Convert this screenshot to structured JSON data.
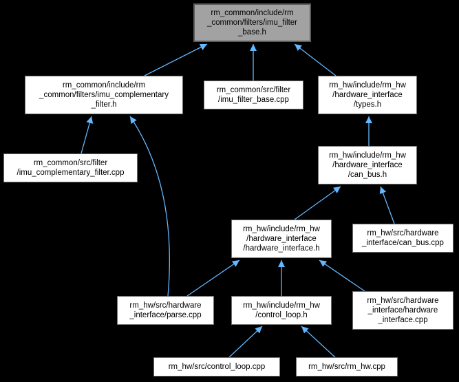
{
  "diagram": {
    "type": "include-dependency-graph",
    "background_color": "#000000",
    "edge_color": "#63b8ff",
    "node_fill": "#ffffff",
    "node_border": "#6f6f6f",
    "highlight_fill": "#a2a2a2",
    "nodes": [
      {
        "id": "imu-filter-base-h",
        "label": "rm_common/include/rm_common/filters/imu_filter_base.h",
        "lines": [
          "rm_common/include/rm",
          "_common/filters/imu_filter",
          "_base.h"
        ],
        "highlighted": true
      },
      {
        "id": "imu-complementary-filter-h",
        "label": "rm_common/include/rm_common/filters/imu_complementary_filter.h",
        "lines": [
          "rm_common/include/rm",
          "_common/filters/imu_complementary",
          "_filter.h"
        ],
        "highlighted": false
      },
      {
        "id": "imu-filter-base-cpp",
        "label": "rm_common/src/filter/imu_filter_base.cpp",
        "lines": [
          "rm_common/src/filter",
          "/imu_filter_base.cpp"
        ],
        "highlighted": false
      },
      {
        "id": "types-h",
        "label": "rm_hw/include/rm_hw/hardware_interface/types.h",
        "lines": [
          "rm_hw/include/rm_hw",
          "/hardware_interface",
          "/types.h"
        ],
        "highlighted": false
      },
      {
        "id": "imu-complementary-filter-cpp",
        "label": "rm_common/src/filter/imu_complementary_filter.cpp",
        "lines": [
          "rm_common/src/filter",
          "/imu_complementary_filter.cpp"
        ],
        "highlighted": false
      },
      {
        "id": "can-bus-h",
        "label": "rm_hw/include/rm_hw/hardware_interface/can_bus.h",
        "lines": [
          "rm_hw/include/rm_hw",
          "/hardware_interface",
          "/can_bus.h"
        ],
        "highlighted": false
      },
      {
        "id": "hardware-interface-h",
        "label": "rm_hw/include/rm_hw/hardware_interface/hardware_interface.h",
        "lines": [
          "rm_hw/include/rm_hw",
          "/hardware_interface",
          "/hardware_interface.h"
        ],
        "highlighted": false
      },
      {
        "id": "can-bus-cpp",
        "label": "rm_hw/src/hardware_interface/can_bus.cpp",
        "lines": [
          "rm_hw/src/hardware",
          "_interface/can_bus.cpp"
        ],
        "highlighted": false
      },
      {
        "id": "parse-cpp",
        "label": "rm_hw/src/hardware_interface/parse.cpp",
        "lines": [
          "rm_hw/src/hardware",
          "_interface/parse.cpp"
        ],
        "highlighted": false
      },
      {
        "id": "control-loop-h",
        "label": "rm_hw/include/rm_hw/control_loop.h",
        "lines": [
          "rm_hw/include/rm_hw",
          "/control_loop.h"
        ],
        "highlighted": false
      },
      {
        "id": "hardware-interface-cpp",
        "label": "rm_hw/src/hardware_interface/hardware_interface.cpp",
        "lines": [
          "rm_hw/src/hardware",
          "_interface/hardware",
          "_interface.cpp"
        ],
        "highlighted": false
      },
      {
        "id": "control-loop-cpp",
        "label": "rm_hw/src/control_loop.cpp",
        "lines": [
          "rm_hw/src/control_loop.cpp"
        ],
        "highlighted": false
      },
      {
        "id": "rm-hw-cpp",
        "label": "rm_hw/src/rm_hw.cpp",
        "lines": [
          "rm_hw/src/rm_hw.cpp"
        ],
        "highlighted": false
      }
    ],
    "edges": [
      {
        "from": "imu-complementary-filter-h",
        "to": "imu-filter-base-h"
      },
      {
        "from": "imu-filter-base-cpp",
        "to": "imu-filter-base-h"
      },
      {
        "from": "types-h",
        "to": "imu-filter-base-h"
      },
      {
        "from": "imu-complementary-filter-cpp",
        "to": "imu-complementary-filter-h"
      },
      {
        "from": "parse-cpp",
        "to": "imu-complementary-filter-h"
      },
      {
        "from": "can-bus-h",
        "to": "types-h"
      },
      {
        "from": "hardware-interface-h",
        "to": "can-bus-h"
      },
      {
        "from": "can-bus-cpp",
        "to": "can-bus-h"
      },
      {
        "from": "parse-cpp",
        "to": "hardware-interface-h"
      },
      {
        "from": "control-loop-h",
        "to": "hardware-interface-h"
      },
      {
        "from": "hardware-interface-cpp",
        "to": "hardware-interface-h"
      },
      {
        "from": "control-loop-cpp",
        "to": "control-loop-h"
      },
      {
        "from": "rm-hw-cpp",
        "to": "control-loop-h"
      }
    ]
  }
}
